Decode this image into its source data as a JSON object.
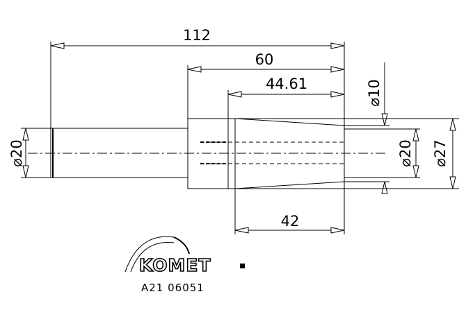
{
  "drawing": {
    "dimensions": {
      "overall_length": "112",
      "body_length": "60",
      "taper_length": "44.61",
      "bore_depth": "42",
      "dia_shank": "⌀20",
      "dia_small": "⌀10",
      "dia_bore": "⌀20",
      "dia_body": "⌀27"
    },
    "brand": {
      "logo_text": "KOMET",
      "article_number": "A21  06051"
    }
  }
}
